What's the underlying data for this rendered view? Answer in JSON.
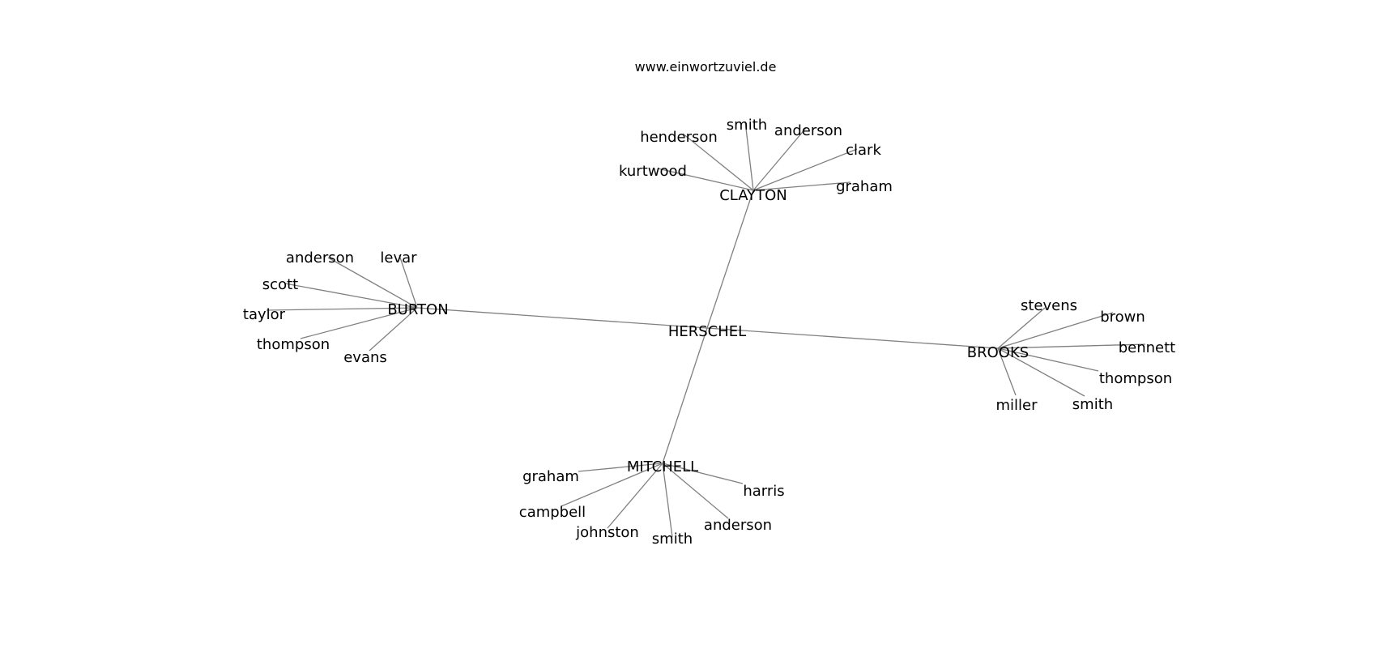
{
  "site": "www.einwortzuviel.de",
  "graph": {
    "center": "HERSCHEL",
    "groups": [
      {
        "hub": "CLAYTON",
        "leaves": [
          "henderson",
          "smith",
          "anderson",
          "clark",
          "kurtwood",
          "graham"
        ]
      },
      {
        "hub": "BURTON",
        "leaves": [
          "anderson",
          "levar",
          "scott",
          "taylor",
          "thompson",
          "evans"
        ]
      },
      {
        "hub": "BROOKS",
        "leaves": [
          "stevens",
          "brown",
          "bennett",
          "thompson",
          "miller",
          "smith"
        ]
      },
      {
        "hub": "MITCHELL",
        "leaves": [
          "graham",
          "harris",
          "campbell",
          "johnston",
          "smith",
          "anderson"
        ]
      }
    ]
  }
}
